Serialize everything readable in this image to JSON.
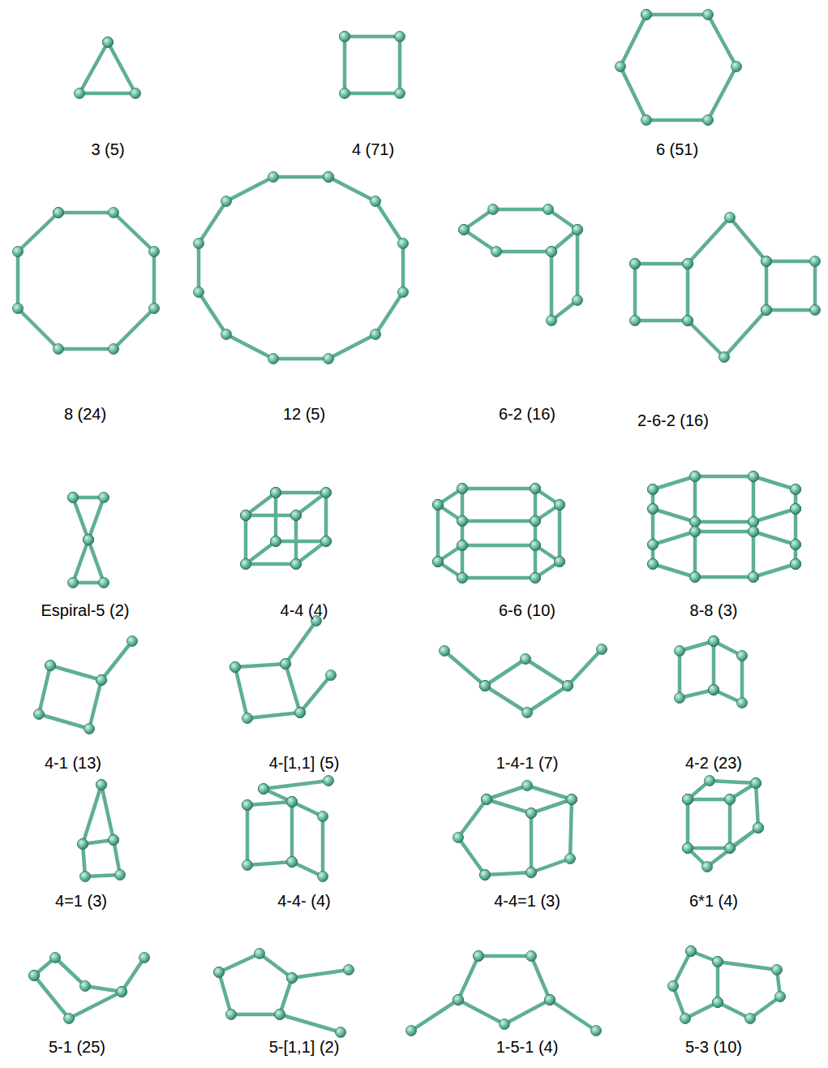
{
  "diagram": {
    "labels": [
      "3 (5)",
      "4 (71)",
      "6 (51)",
      "8 (24)",
      "12 (5)",
      "6-2 (16)",
      "2-6-2 (16)",
      "Espiral-5 (2)",
      "4-4 (4)",
      "6-6 (10)",
      "8-8 (3)",
      "4-1 (13)",
      "4-[1,1] (5)",
      "1-4-1 (7)",
      "4-2 (23)",
      "4=1 (3)",
      "4-4- (4)",
      "4-4=1 (3)",
      "6*1 (4)",
      "5-1 (25)",
      "5-[1,1] (2)",
      "1-5-1 (4)",
      "5-3 (10)"
    ]
  }
}
